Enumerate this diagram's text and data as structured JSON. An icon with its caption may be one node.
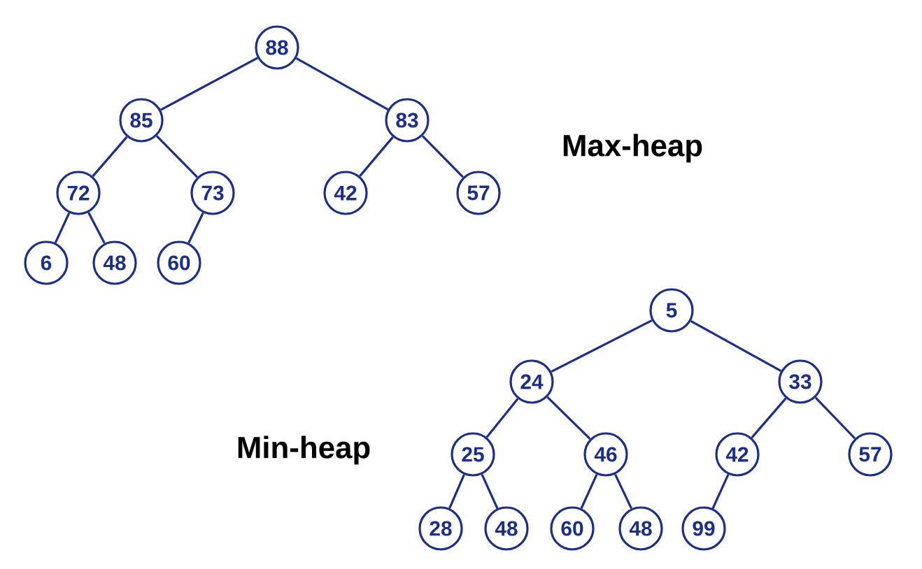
{
  "diagram": {
    "nodes": [
      {
        "text": [
          "88"
        ]
      },
      {
        "text": [
          "85"
        ]
      },
      {
        "text": [
          "83"
        ]
      },
      {
        "text": [
          "72"
        ]
      },
      {
        "text": [
          "73"
        ]
      },
      {
        "text": [
          "42"
        ]
      },
      {
        "text": [
          "57"
        ]
      },
      {
        "text": [
          "6"
        ]
      },
      {
        "text": [
          "48"
        ]
      },
      {
        "text": [
          "60"
        ]
      },
      {
        "text": [
          "5"
        ]
      },
      {
        "text": [
          "24"
        ]
      },
      {
        "text": [
          "33"
        ]
      },
      {
        "text": [
          "25"
        ]
      },
      {
        "text": [
          "46"
        ]
      },
      {
        "text": [
          "42"
        ]
      },
      {
        "text": [
          "57"
        ]
      },
      {
        "text": [
          "28"
        ]
      },
      {
        "text": [
          "48"
        ]
      },
      {
        "text": [
          "60"
        ]
      },
      {
        "text": [
          "48"
        ]
      },
      {
        "text": [
          "99"
        ]
      }
    ],
    "edges": [
      {
        "from": 0,
        "to": 1,
        "arrow": "none"
      },
      {
        "from": 0,
        "to": 2,
        "arrow": "none"
      },
      {
        "from": 1,
        "to": 3,
        "arrow": "none"
      },
      {
        "from": 1,
        "to": 4,
        "arrow": "none"
      },
      {
        "from": 2,
        "to": 5,
        "arrow": "none"
      },
      {
        "from": 2,
        "to": 6,
        "arrow": "none"
      },
      {
        "from": 3,
        "to": 7,
        "arrow": "none"
      },
      {
        "from": 3,
        "to": 8,
        "arrow": "none"
      },
      {
        "from": 4,
        "to": 9,
        "arrow": "none"
      },
      {
        "from": 10,
        "to": 11,
        "arrow": "none"
      },
      {
        "from": 10,
        "to": 12,
        "arrow": "none"
      },
      {
        "from": 11,
        "to": 13,
        "arrow": "none"
      },
      {
        "from": 11,
        "to": 14,
        "arrow": "none"
      },
      {
        "from": 12,
        "to": 15,
        "arrow": "none"
      },
      {
        "from": 12,
        "to": 16,
        "arrow": "none"
      },
      {
        "from": 13,
        "to": 17,
        "arrow": "none"
      },
      {
        "from": 13,
        "to": 18,
        "arrow": "none"
      },
      {
        "from": 14,
        "to": 19,
        "arrow": "none"
      },
      {
        "from": 14,
        "to": 20,
        "arrow": "none"
      },
      {
        "from": 15,
        "to": 21,
        "arrow": "none"
      }
    ],
    "labels": [
      "Max-heap",
      "Min-heap"
    ]
  }
}
